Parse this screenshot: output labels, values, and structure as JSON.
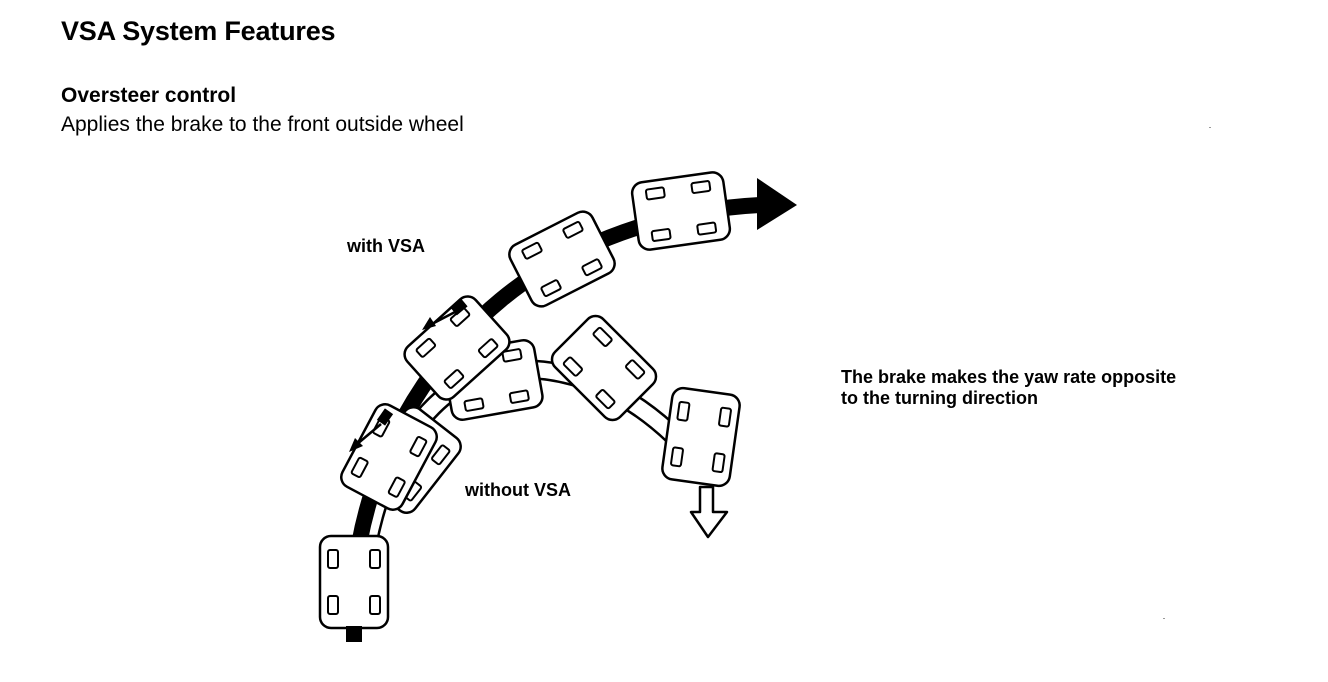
{
  "title": "VSA System Features",
  "section": {
    "heading": "Oversteer control",
    "description": "Applies the brake to the front outside wheel"
  },
  "diagram": {
    "label_with": "with VSA",
    "label_without": "without VSA",
    "note_line1": "The brake makes the yaw rate opposite",
    "note_line2": "to the turning direction",
    "path_with_color": "#000000",
    "path_without_color": "#ffffff"
  }
}
